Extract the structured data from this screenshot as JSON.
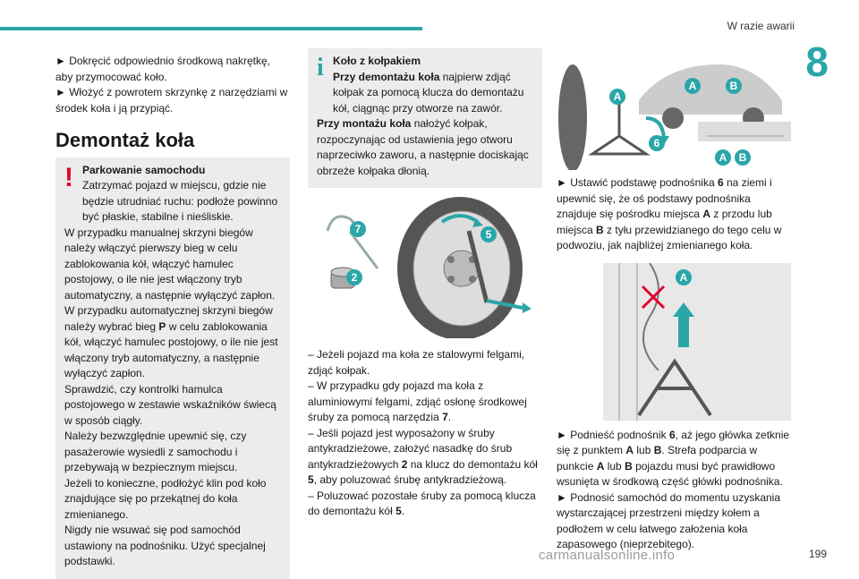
{
  "header": {
    "section_title": "W razie awarii",
    "chapter_number": "8"
  },
  "col1": {
    "bullet1": "► Dokręcić odpowiednio środkową nakrętkę, aby przymocować koło.",
    "bullet2": "► Włożyć z powrotem skrzynkę z narzędziami w środek koła i ją przypiąć.",
    "heading": "Demontaż koła",
    "warning": {
      "title": "Parkowanie samochodu",
      "lines": [
        "Zatrzymać pojazd w miejscu, gdzie nie będzie utrudniać ruchu: podłoże powinno być płaskie, stabilne i nieśliskie.",
        "W przypadku manualnej skrzyni biegów należy włączyć pierwszy bieg w celu zablokowania kół, włączyć hamulec postojowy, o ile nie jest włączony tryb automatyczny, a następnie wyłączyć zapłon.",
        "W przypadku automatycznej skrzyni biegów należy wybrać bieg",
        "w celu zablokowania kół, włączyć hamulec postojowy, o ile nie jest włączony tryb automatyczny, a następnie wyłączyć zapłon.",
        "Sprawdzić, czy kontrolki hamulca postojowego w zestawie wskaźników świecą w sposób ciągły.",
        "Należy bezwzględnie upewnić się, czy pasażerowie wysiedli z samochodu i przebywają w bezpiecznym miejscu.",
        "Jeżeli to konieczne, podłożyć klin pod koło znajdujące się po przekątnej do koła zmienianego.",
        "Nigdy nie wsuwać się pod samochód ustawiony na podnośniku. Użyć specjalnej podstawki."
      ],
      "gear_p": "P"
    }
  },
  "col2": {
    "info": {
      "title": "Koło z kołpakiem",
      "p1_bold": "Przy demontażu koła",
      "p1_rest": " najpierw zdjąć kołpak za pomocą klucza do demontażu kół, ciągnąc przy otworze na zawór.",
      "p2_bold": "Przy montażu koła",
      "p2_rest": " nałożyć kołpak, rozpoczynając od ustawienia jego otworu naprzeciwko zaworu, a następnie dociskając obrzeże kołpaka dłonią."
    },
    "labels": {
      "n7": "7",
      "n5": "5",
      "n2": "2"
    },
    "dash1": "– Jeżeli pojazd ma koła ze stalowymi felgami, zdjąć kołpak.",
    "dash2a": "– W przypadku gdy pojazd ma koła z aluminiowymi felgami, zdjąć osłonę środkowej śruby za pomocą narzędzia ",
    "dash2b": "7",
    "dash2c": ".",
    "dash3a": "– Jeśli pojazd jest wyposażony w śruby antykradzieżowe, założyć nasadkę do śrub antykradzieżowych ",
    "dash3b": "2",
    "dash3c": " na klucz do demontażu kół ",
    "dash3d": "5",
    "dash3e": ", aby poluzować śrubę antykradzieżową.",
    "dash4a": "– Poluzować pozostałe śruby za pomocą klucza do demontażu kół ",
    "dash4b": "5",
    "dash4c": "."
  },
  "col3": {
    "labels": {
      "a": "A",
      "b": "B",
      "n6": "6"
    },
    "para1a": "► Ustawić podstawę podnośnika ",
    "para1b": "6",
    "para1c": " na ziemi i upewnić się, że oś podstawy podnośnika znajduje się pośrodku miejsca ",
    "para1d": "A",
    "para1e": " z przodu lub miejsca ",
    "para1f": "B",
    "para1g": " z tyłu przewidzianego do tego celu w podwoziu, jak najbliżej zmienianego koła.",
    "para2a": "► Podnieść podnośnik ",
    "para2b": "6",
    "para2c": ", aż jego główka zetknie się z punktem ",
    "para2d": "A",
    "para2e": " lub ",
    "para2f": "B",
    "para2g": ". Strefa podparcia w punkcie ",
    "para2h": "A",
    "para2i": " lub ",
    "para2j": "B",
    "para2k": " pojazdu musi być prawidłowo wsunięta w środkową część główki podnośnika.",
    "para3": "► Podnosić samochód do momentu uzyskania wystarczającej przestrzeni między kołem a podłożem w celu łatwego założenia koła zapasowego (nieprzebitego)."
  },
  "footer": {
    "page_number": "199",
    "watermark": "carmanualsonline.info"
  },
  "colors": {
    "accent": "#2aa6a8",
    "warning": "#e5002b",
    "box_bg": "#ececec"
  }
}
